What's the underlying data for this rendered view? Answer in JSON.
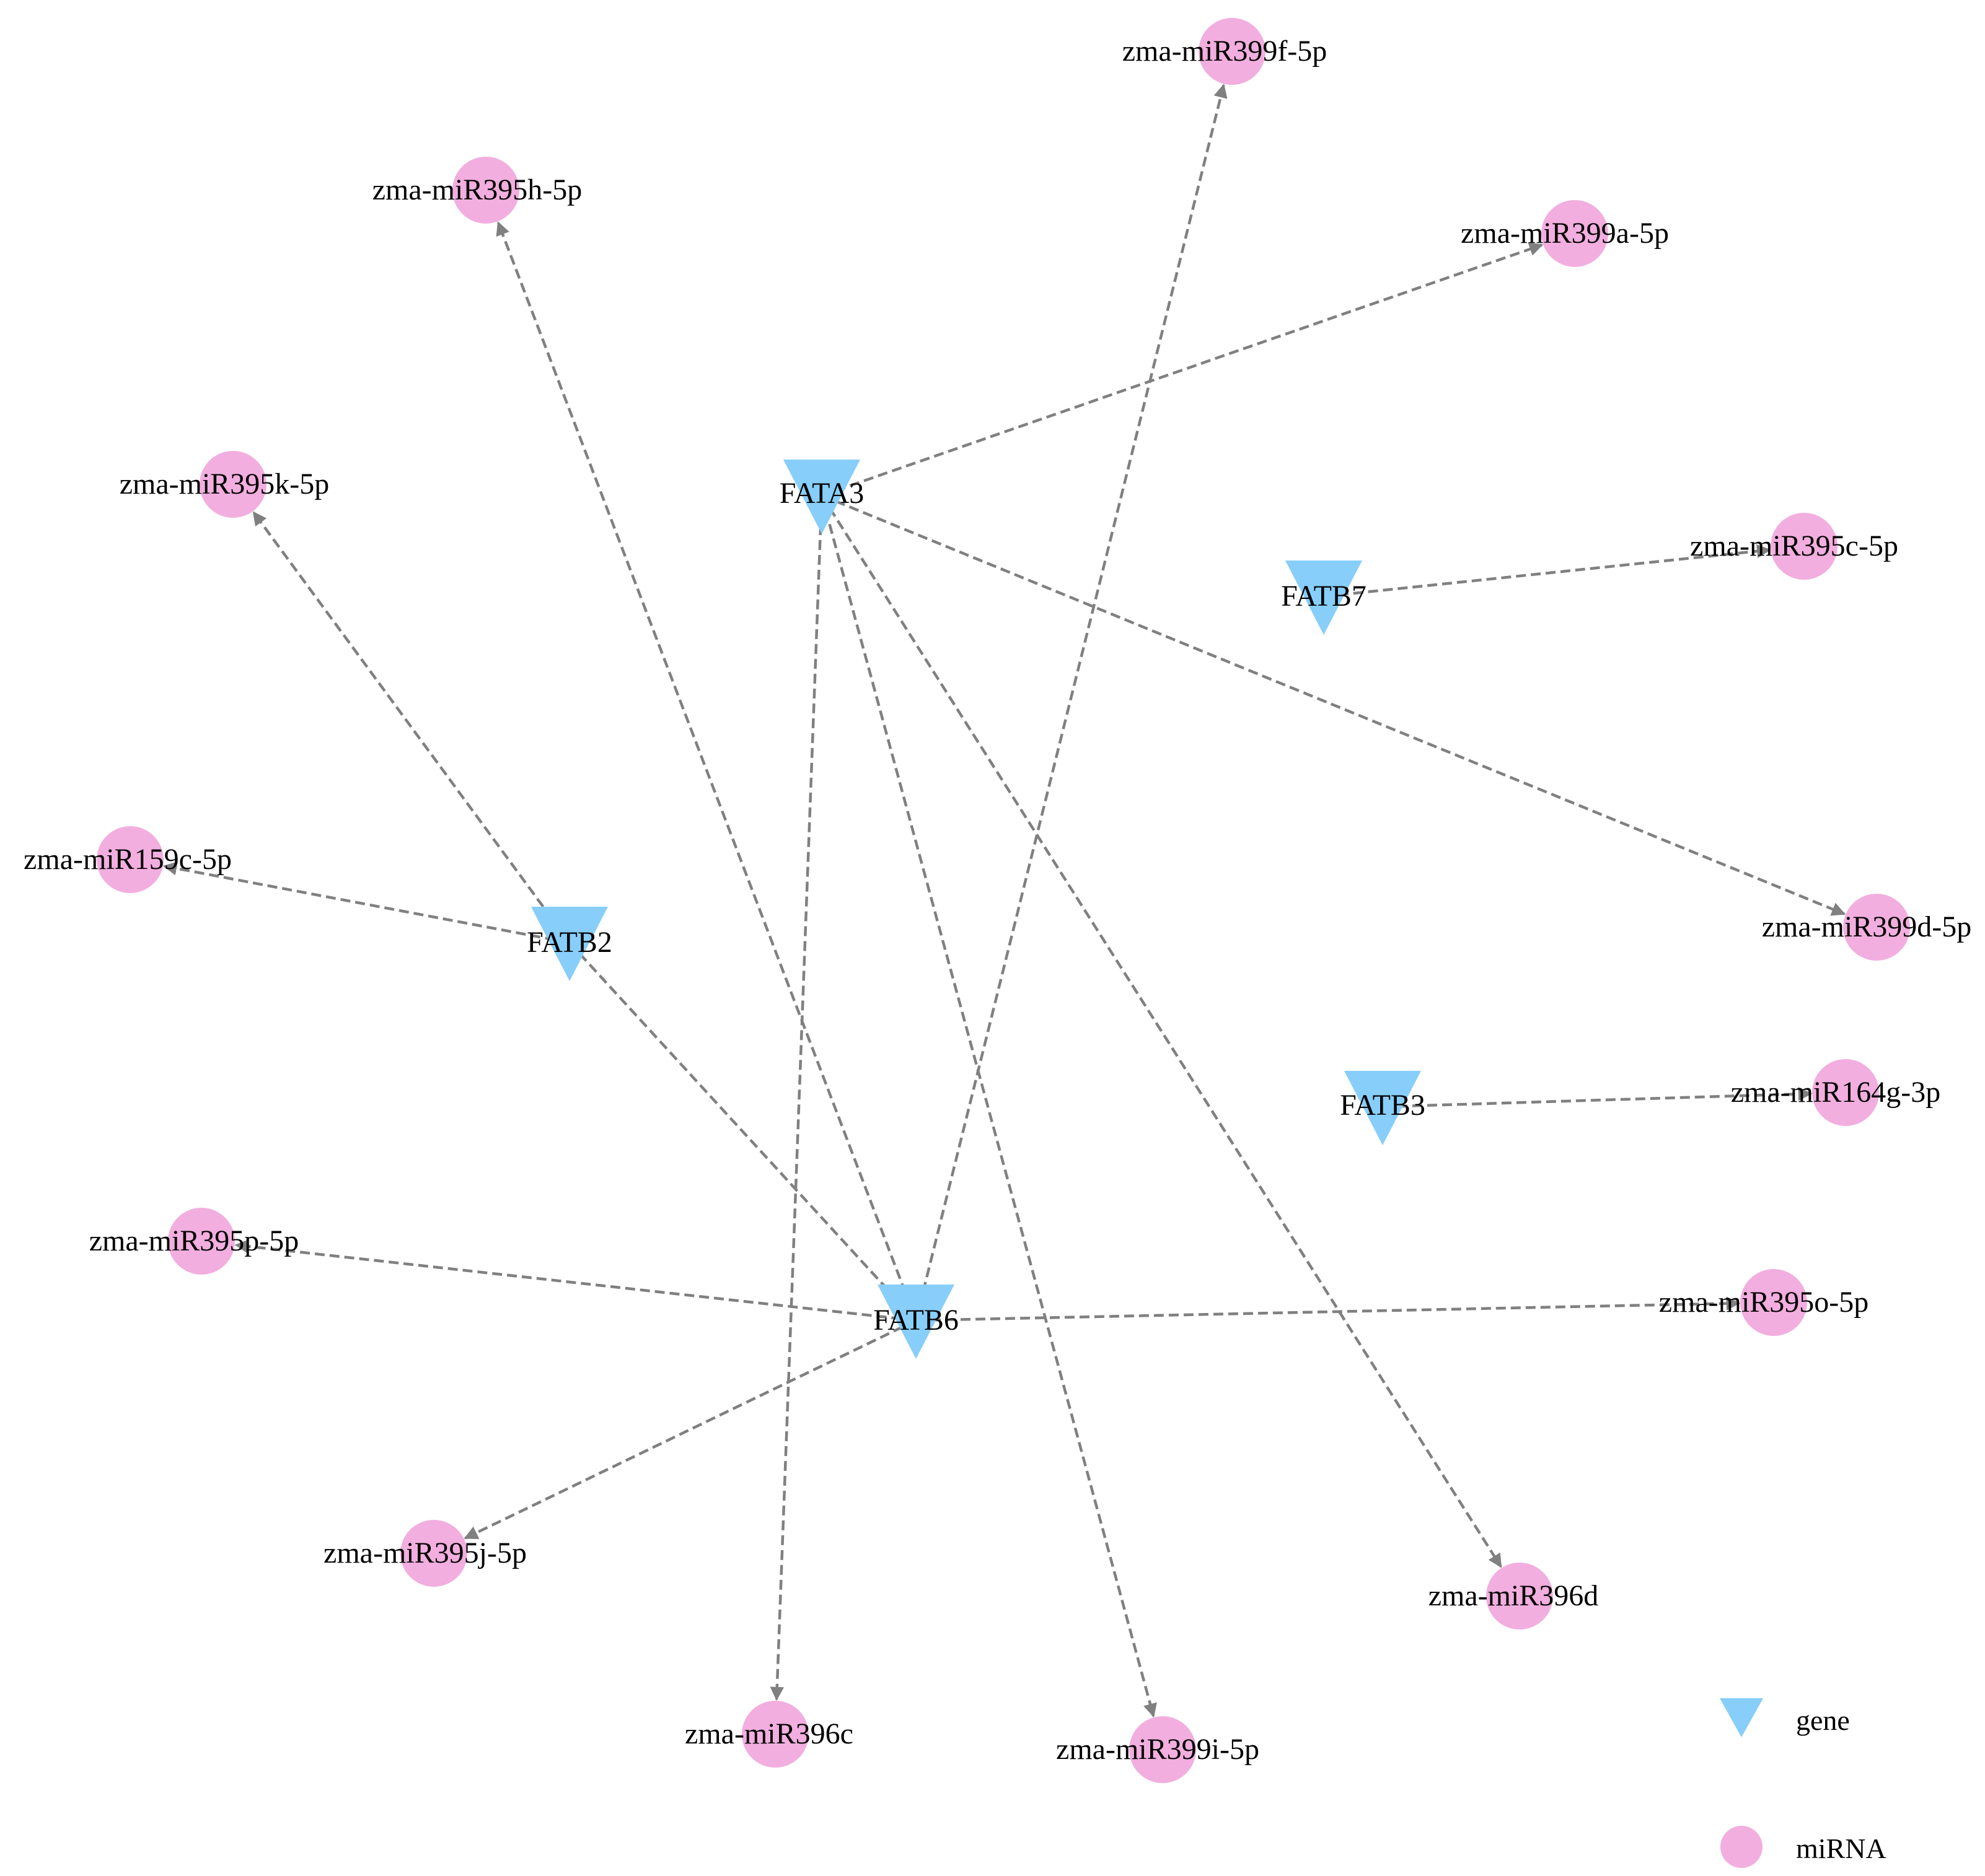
{
  "colors": {
    "gene": "#87cefa",
    "mirna": "#f2aedf",
    "edge": "#808080",
    "background": "#ffffff"
  },
  "genes": [
    {
      "id": "FATA3",
      "label": "FATA3"
    },
    {
      "id": "FATB7",
      "label": "FATB7"
    },
    {
      "id": "FATB2",
      "label": "FATB2"
    },
    {
      "id": "FATB3",
      "label": "FATB3"
    },
    {
      "id": "FATB6",
      "label": "FATB6"
    }
  ],
  "mirnas": [
    {
      "id": "miR399f",
      "label": "zma-miR399f-5p"
    },
    {
      "id": "miR395h",
      "label": "zma-miR395h-5p"
    },
    {
      "id": "miR399a",
      "label": "zma-miR399a-5p"
    },
    {
      "id": "miR395k",
      "label": "zma-miR395k-5p"
    },
    {
      "id": "miR395c",
      "label": "zma-miR395c-5p"
    },
    {
      "id": "miR159c",
      "label": "zma-miR159c-5p"
    },
    {
      "id": "miR399d",
      "label": "zma-miR399d-5p"
    },
    {
      "id": "miR164g",
      "label": "zma-miR164g-3p"
    },
    {
      "id": "miR395p",
      "label": "zma-miR395p-5p"
    },
    {
      "id": "miR395o",
      "label": "zma-miR395o-5p"
    },
    {
      "id": "miR395j",
      "label": "zma-miR395j-5p"
    },
    {
      "id": "miR396d",
      "label": "zma-miR396d"
    },
    {
      "id": "miR396c",
      "label": "zma-miR396c"
    },
    {
      "id": "miR399i",
      "label": "zma-miR399i-5p"
    }
  ],
  "edges": [
    {
      "from": "FATA3",
      "to": "miR399a"
    },
    {
      "from": "FATA3",
      "to": "miR399d"
    },
    {
      "from": "FATA3",
      "to": "miR396c"
    },
    {
      "from": "FATA3",
      "to": "miR399i"
    },
    {
      "from": "FATA3",
      "to": "miR396d"
    },
    {
      "from": "FATB7",
      "to": "miR395c"
    },
    {
      "from": "FATB2",
      "to": "miR395k"
    },
    {
      "from": "FATB2",
      "to": "miR159c"
    },
    {
      "from": "FATB2",
      "to": "FATB6"
    },
    {
      "from": "FATB3",
      "to": "miR164g"
    },
    {
      "from": "FATB6",
      "to": "miR399f"
    },
    {
      "from": "FATB6",
      "to": "miR395h"
    },
    {
      "from": "FATB6",
      "to": "miR395p"
    },
    {
      "from": "FATB6",
      "to": "miR395o"
    },
    {
      "from": "FATB6",
      "to": "miR395j"
    }
  ],
  "legend": {
    "gene_label": "gene",
    "mirna_label": "miRNA"
  }
}
